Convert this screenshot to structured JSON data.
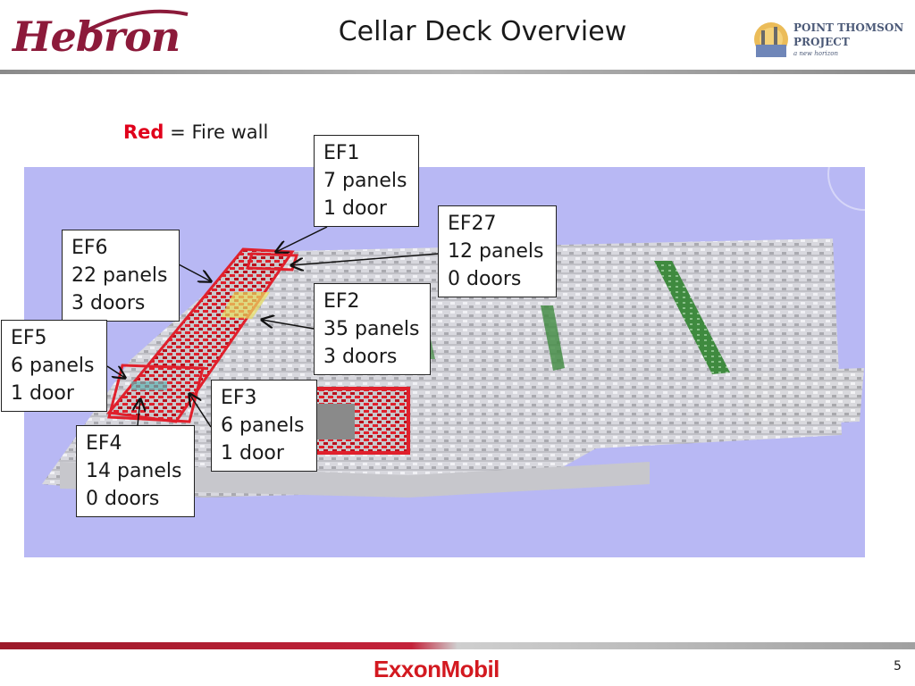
{
  "header": {
    "title": "Cellar Deck Overview",
    "hebron_logo_text": "Hebron",
    "point_thomson_line1": "POINT THOMSON",
    "point_thomson_line2": "PROJECT",
    "point_thomson_line3": "a new horizon"
  },
  "legend": {
    "color_word": "Red",
    "separator": "=",
    "meaning": "Fire wall",
    "color_hex": "#e0001b"
  },
  "callouts": [
    {
      "id": "ef1",
      "name": "EF1",
      "panels": "7 panels",
      "doors": "1 door"
    },
    {
      "id": "ef27",
      "name": "EF27",
      "panels": "12 panels",
      "doors": "0 doors"
    },
    {
      "id": "ef6",
      "name": "EF6",
      "panels": "22 panels",
      "doors": "3 doors"
    },
    {
      "id": "ef2",
      "name": "EF2",
      "panels": "35 panels",
      "doors": "3 doors"
    },
    {
      "id": "ef5",
      "name": "EF5",
      "panels": "6 panels",
      "doors": "1 door"
    },
    {
      "id": "ef3",
      "name": "EF3",
      "panels": "6 panels",
      "doors": "1 door"
    },
    {
      "id": "ef4",
      "name": "EF4",
      "panels": "14 panels",
      "doors": "0 doors"
    }
  ],
  "footer": {
    "logo_text": "ExxonMobil",
    "page_number": "5",
    "brand_color": "#d31920"
  },
  "colors": {
    "fire_wall": "#e0001b",
    "deck_background": "#b8b8f4",
    "hebron_maroon": "#8c1a3a"
  }
}
